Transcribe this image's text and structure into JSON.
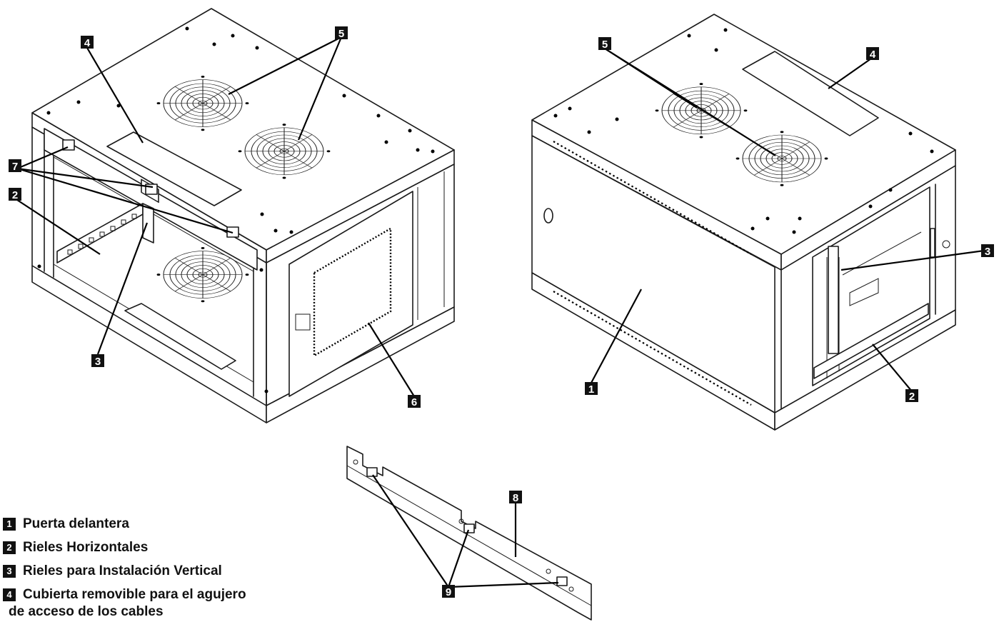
{
  "callouts": {
    "c1": "1",
    "c2": "2",
    "c3": "3",
    "c4": "4",
    "c5": "5",
    "c6": "6",
    "c7": "7",
    "c8": "8",
    "c9": "9"
  },
  "legend": [
    {
      "num": "1",
      "text": "Puerta delantera"
    },
    {
      "num": "2",
      "text": "Rieles Horizontales"
    },
    {
      "num": "3",
      "text": "Rieles para Instalación Vertical"
    },
    {
      "num": "4",
      "text": "Cubierta removible para el agujero\nde acceso de los cables"
    }
  ]
}
